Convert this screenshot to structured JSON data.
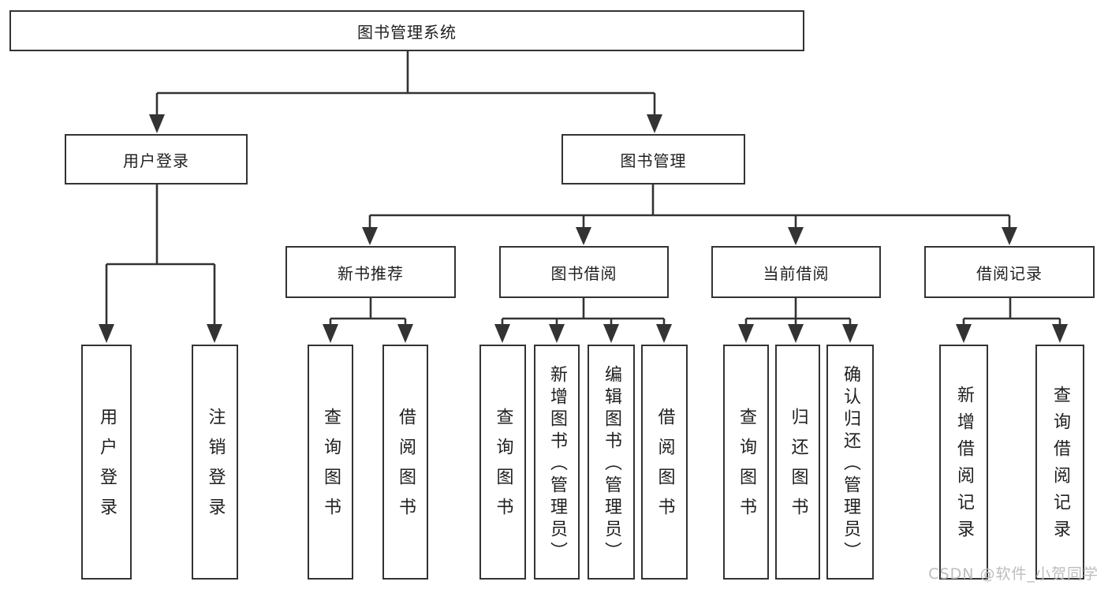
{
  "nodes": {
    "root": "图书管理系统",
    "level2": [
      "用户登录",
      "图书管理"
    ],
    "level3": [
      "新书推荐",
      "图书借阅",
      "当前借阅",
      "借阅记录"
    ],
    "leaves": [
      "用户登录",
      "注销登录",
      "查询图书",
      "借阅图书",
      "查询图书",
      "新增图书（管理员）",
      "编辑图书（管理员）",
      "借阅图书",
      "查询图书",
      "归还图书",
      "确认归还（管理员）",
      "新增借阅记录",
      "查询借阅记录"
    ]
  },
  "hierarchy": {
    "图书管理系统": {
      "用户登录": [
        "用户登录",
        "注销登录"
      ],
      "图书管理": {
        "新书推荐": [
          "查询图书",
          "借阅图书"
        ],
        "图书借阅": [
          "查询图书",
          "新增图书（管理员）",
          "编辑图书（管理员）",
          "借阅图书"
        ],
        "当前借阅": [
          "查询图书",
          "归还图书",
          "确认归还（管理员）"
        ],
        "借阅记录": [
          "新增借阅记录",
          "查询借阅记录"
        ]
      }
    }
  },
  "watermark": "CSDN @软件_小贺同学",
  "colors": {
    "line": "#333333",
    "text": "#1f1f1f",
    "box_fill": "#ffffff",
    "background": "#ffffff",
    "watermark": "#bdbdbd"
  }
}
